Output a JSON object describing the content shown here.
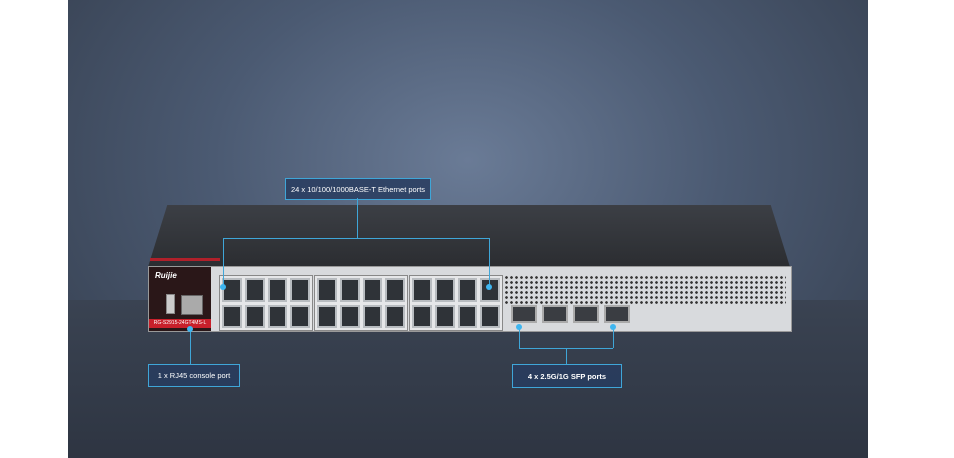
{
  "brand_logo": "Ruijie",
  "model_label": "RG-S2915-24GT4MS-L",
  "callouts": {
    "ethernet": "24 x 10/100/1000BASE-T Ethernet ports",
    "console": "1 x RJ45 console port",
    "sfp": "4 x 2.5G/1G SFP ports"
  },
  "colors": {
    "accent": "#3fa6d8",
    "brand_red": "#c8202b"
  }
}
